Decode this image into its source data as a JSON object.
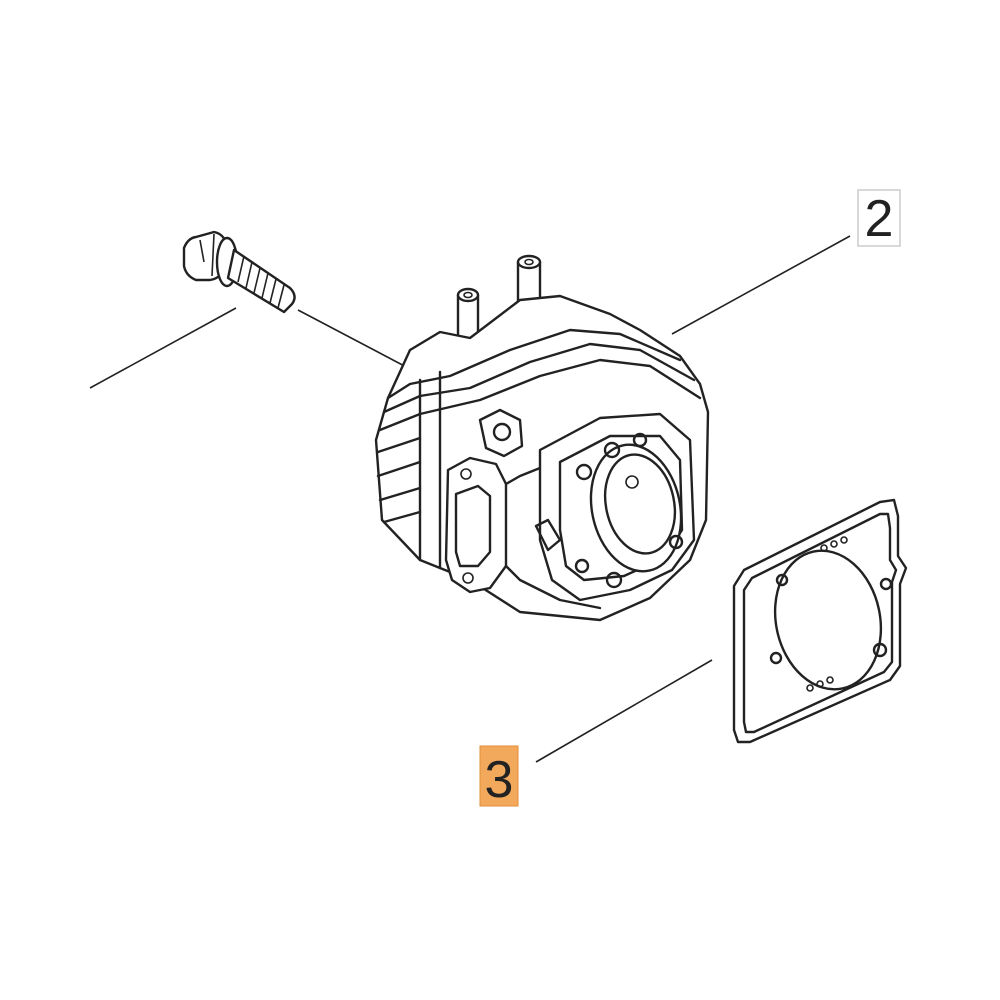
{
  "callouts": [
    {
      "id": "callout-2",
      "label": "2",
      "highlight": false
    },
    {
      "id": "callout-3",
      "label": "3",
      "highlight": true
    }
  ],
  "colors": {
    "line": "#222222",
    "highlight": "#f3a95c",
    "callout_box_border": "#cccccc",
    "background": "#ffffff"
  }
}
